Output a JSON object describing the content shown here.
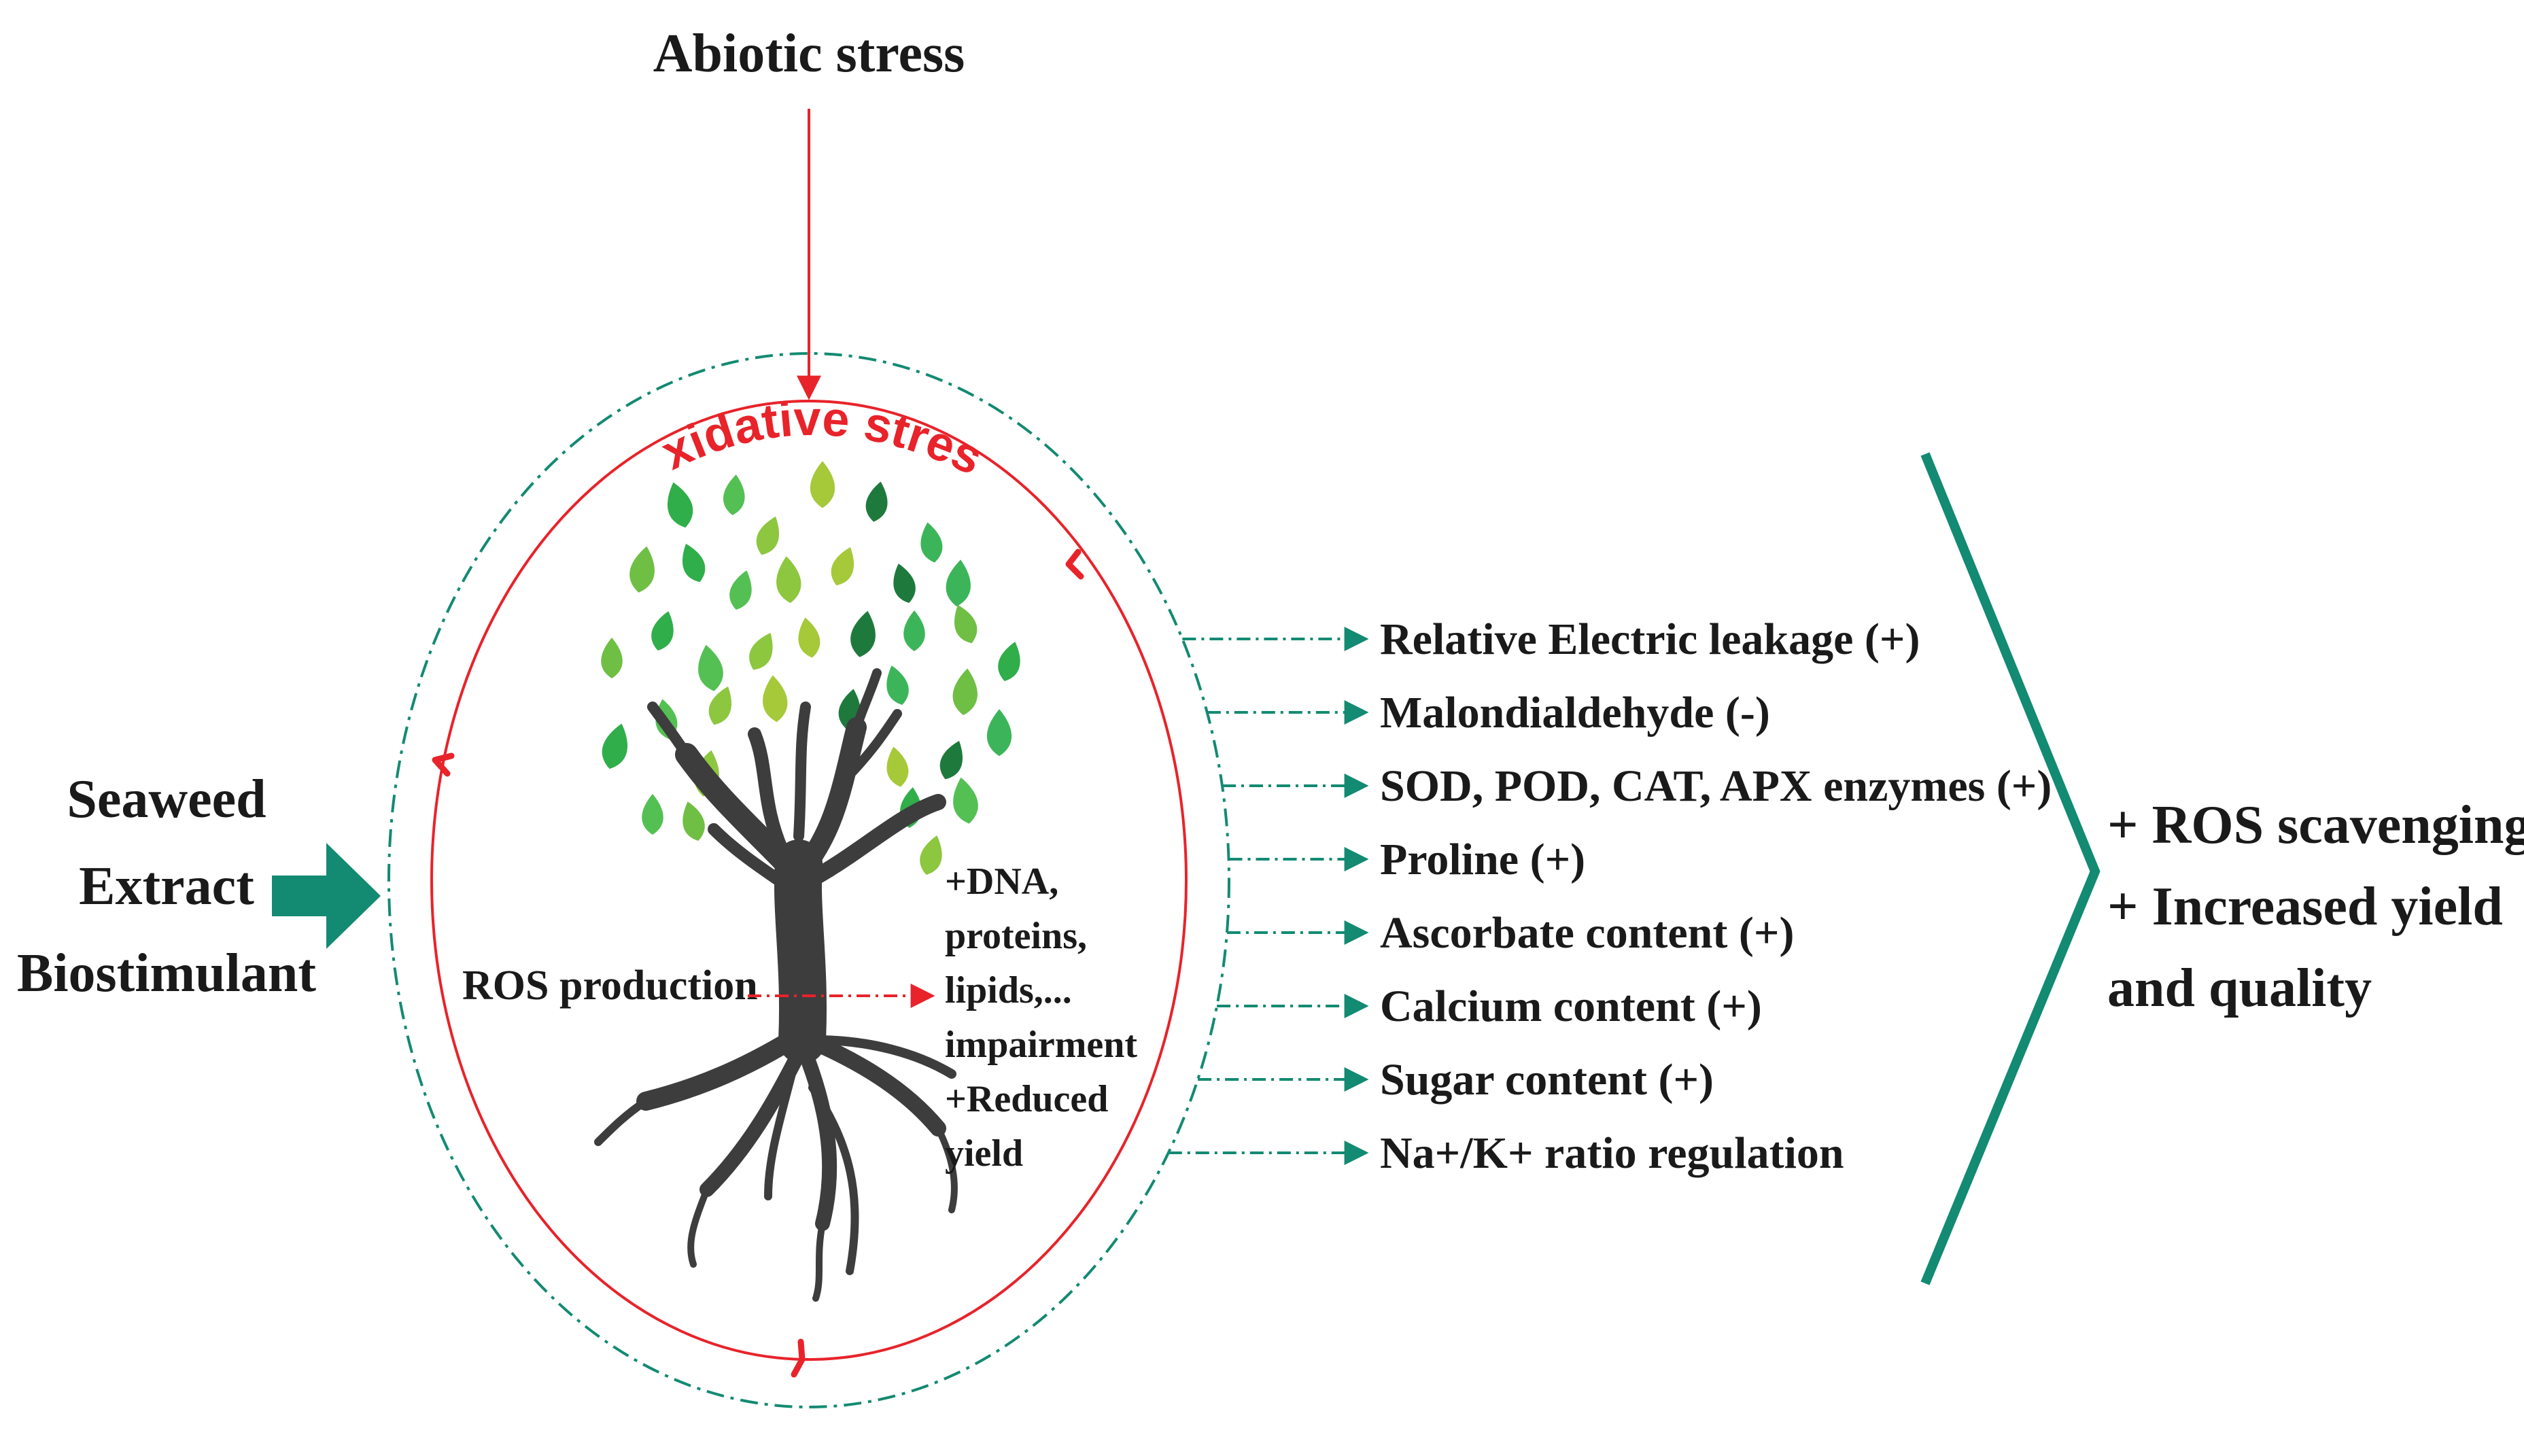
{
  "top_label": "Abiotic stress",
  "ring_label": "Oxidative stress",
  "input": {
    "line1": "Seaweed",
    "line2": "Extract",
    "line3": "Biostimulant"
  },
  "inner": {
    "ros_label": "ROS production",
    "damage_lines": [
      "+DNA,",
      "proteins,",
      "lipids,...",
      "impairment",
      "+Reduced",
      "yield"
    ]
  },
  "effects": [
    "Relative Electric leakage (+)",
    "Malondialdehyde (-)",
    "SOD, POD, CAT, APX enzymes (+)",
    "Proline (+)",
    "Ascorbate content (+)",
    "Calcium content (+)",
    "Sugar content (+)",
    "Na+/K+ ratio regulation"
  ],
  "outcome": {
    "line1": "+ ROS scavenging",
    "line2": "+ Increased yield",
    "line3": "and quality"
  },
  "colors": {
    "teal": "#138a72",
    "red": "#e8232a",
    "trunk": "#3d3d3d",
    "text": "#1a1a1a"
  },
  "icons": [
    "tree-icon",
    "leaf-icon",
    "arrow-right-icon",
    "chevron-right-icon"
  ]
}
